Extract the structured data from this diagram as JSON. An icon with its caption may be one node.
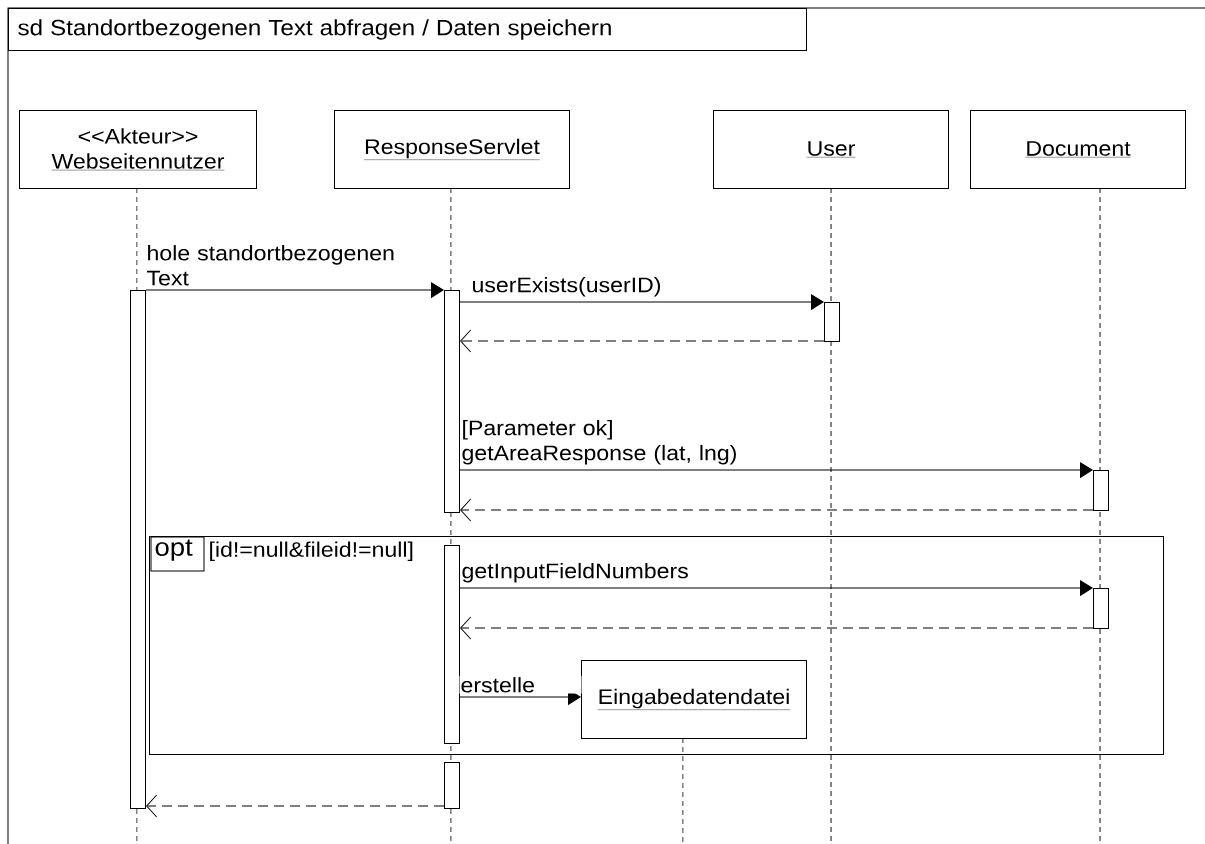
{
  "diagram": {
    "title": "sd Standortbezogenen Text abfragen / Daten speichern",
    "nodes": [
      {
        "text": [
          "<<Akteur>>",
          "Webseitennutzer"
        ]
      },
      {
        "text": [
          "ResponseServlet"
        ]
      },
      {
        "text": [
          "User"
        ]
      },
      {
        "text": [
          "Document"
        ]
      },
      {
        "text": [
          "opt",
          "[id!=null&fileid!=null]"
        ]
      },
      {
        "text": [
          "Eingabedatendatei"
        ],
        "in": 4
      },
      {
        "text": [],
        "shape": "bar"
      },
      {
        "text": [],
        "shape": "bar"
      },
      {
        "text": [],
        "shape": "bar"
      },
      {
        "text": [],
        "shape": "bar"
      },
      {
        "text": [],
        "shape": "bar",
        "in": 4
      },
      {
        "text": [],
        "shape": "bar",
        "in": 4
      },
      {
        "text": [],
        "shape": "bar"
      }
    ],
    "edges": [
      {
        "from": 6,
        "to": 7,
        "arrow": "to",
        "label": "hole standortbezogenen Text"
      },
      {
        "from": 7,
        "to": 8,
        "arrow": "to",
        "label": "userExists(userID)"
      },
      {
        "from": 8,
        "to": 7,
        "arrow": "to",
        "style": "dashed"
      },
      {
        "from": 7,
        "to": 9,
        "arrow": "to",
        "label": "[Parameter ok] getAreaResponse (lat, lng)"
      },
      {
        "from": 9,
        "to": 7,
        "arrow": "to",
        "style": "dashed"
      },
      {
        "from": 10,
        "to": 11,
        "arrow": "to",
        "label": "getInputFieldNumbers"
      },
      {
        "from": 11,
        "to": 10,
        "arrow": "to",
        "style": "dashed"
      },
      {
        "from": 10,
        "to": 5,
        "arrow": "to",
        "label": "erstelle"
      },
      {
        "from": 12,
        "to": 6,
        "arrow": "to",
        "style": "dashed"
      }
    ]
  }
}
